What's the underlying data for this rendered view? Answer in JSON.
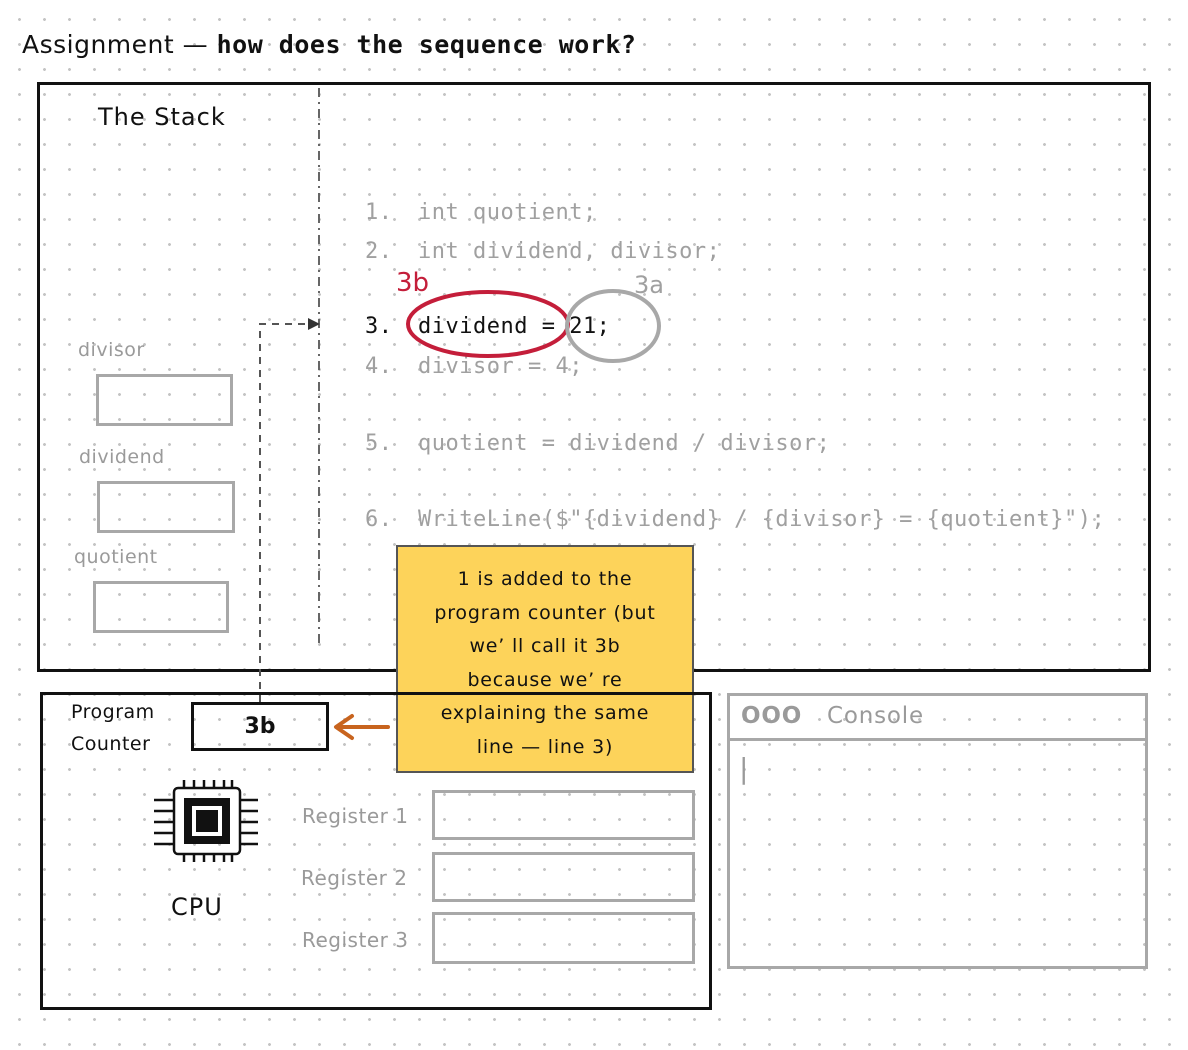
{
  "title": {
    "prefix": "Assignment —",
    "question": "how does the sequence work?"
  },
  "stack": {
    "label": "The Stack",
    "variables": [
      {
        "name": "divisor",
        "value": ""
      },
      {
        "name": "dividend",
        "value": ""
      },
      {
        "name": "quotient",
        "value": ""
      }
    ]
  },
  "code": {
    "lines": [
      {
        "num": "1.",
        "text": "int quotient;"
      },
      {
        "num": "2.",
        "text": "int dividend, divisor;"
      },
      {
        "num": "3.",
        "text": "dividend = 21;"
      },
      {
        "num": "4.",
        "text": "divisor = 4;"
      },
      {
        "num": "5.",
        "text": "quotient = dividend / divisor;"
      },
      {
        "num": "6.",
        "text": "WriteLine($\"{dividend} / {divisor} = {quotient}\");"
      }
    ],
    "active_line": 3,
    "markers": {
      "step_b": "3b",
      "step_a": "3a"
    }
  },
  "note": {
    "lines": [
      "1 is added to the",
      "program counter (but",
      "we’ ll call it 3b",
      "because we’ re",
      "explaining the same",
      "line — line 3)"
    ]
  },
  "cpu": {
    "pc_label_1": "Program",
    "pc_label_2": "Counter",
    "pc_value": "3b",
    "label": "CPU",
    "registers": [
      {
        "label": "Register 1",
        "value": ""
      },
      {
        "label": "Register 2",
        "value": ""
      },
      {
        "label": "Register 3",
        "value": ""
      }
    ]
  },
  "console": {
    "window_dots": "OOO",
    "title": "Console",
    "cursor": "|"
  },
  "colors": {
    "accent_red": "#c41e3a",
    "note_yellow": "#fdd35a",
    "arrow_orange": "#c8641e",
    "muted_gray": "#a8a8a8"
  }
}
